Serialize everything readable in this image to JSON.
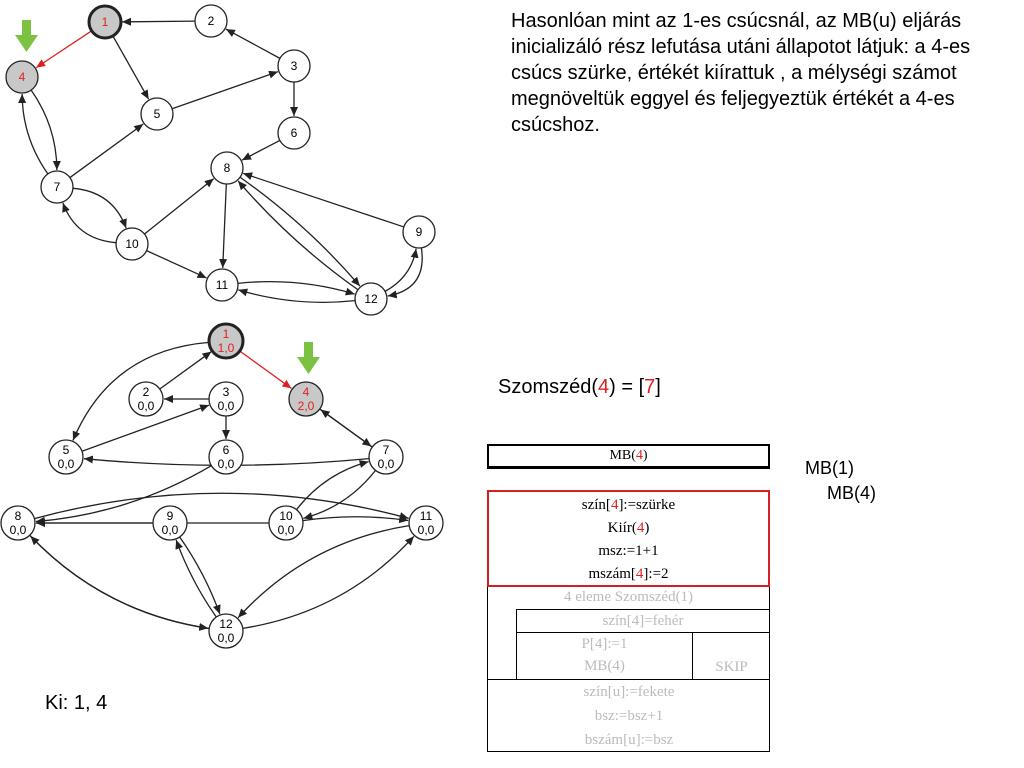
{
  "description": "Hasonlóan mint az 1-es csúcsnál, az MB(u) eljárás inicializáló rész lefutása utáni állapotot látjuk:  a 4-es csúcs szürke, értékét kiírattuk , a mélységi számot megnöveltük eggyel és feljegyeztük értékét a 4-es csúcshoz.",
  "neighbors": {
    "prefix": "Szomszéd(",
    "node": "4",
    "middle": ") = [",
    "list": "7",
    "suffix": "]"
  },
  "top_graph": {
    "nodes": [
      {
        "id": "1",
        "label": "1",
        "fill": "#c8c8c8",
        "label_color": "#e02020",
        "bold": true
      },
      {
        "id": "2",
        "label": "2",
        "fill": "#ffffff"
      },
      {
        "id": "3",
        "label": "3",
        "fill": "#ffffff"
      },
      {
        "id": "4",
        "label": "4",
        "fill": "#c8c8c8",
        "label_color": "#e02020"
      },
      {
        "id": "5",
        "label": "5",
        "fill": "#ffffff"
      },
      {
        "id": "6",
        "label": "6",
        "fill": "#ffffff"
      },
      {
        "id": "7",
        "label": "7",
        "fill": "#ffffff"
      },
      {
        "id": "8",
        "label": "8",
        "fill": "#ffffff"
      },
      {
        "id": "9",
        "label": "9",
        "fill": "#ffffff"
      },
      {
        "id": "10",
        "label": "10",
        "fill": "#ffffff"
      },
      {
        "id": "11",
        "label": "11",
        "fill": "#ffffff"
      },
      {
        "id": "12",
        "label": "12",
        "fill": "#ffffff"
      }
    ]
  },
  "bottom_graph": {
    "nodes": [
      {
        "id": "1",
        "label": "1",
        "sub": "1,0",
        "fill": "#c8c8c8",
        "label_color": "#e02020",
        "bold": true
      },
      {
        "id": "2",
        "label": "2",
        "sub": "0,0",
        "fill": "#ffffff"
      },
      {
        "id": "3",
        "label": "3",
        "sub": "0,0",
        "fill": "#ffffff"
      },
      {
        "id": "4",
        "label": "4",
        "sub": "2,0",
        "fill": "#c8c8c8",
        "label_color": "#e02020"
      },
      {
        "id": "5",
        "label": "5",
        "sub": "0,0",
        "fill": "#ffffff"
      },
      {
        "id": "6",
        "label": "6",
        "sub": "0,0",
        "fill": "#ffffff"
      },
      {
        "id": "7",
        "label": "7",
        "sub": "0,0",
        "fill": "#ffffff"
      },
      {
        "id": "8",
        "label": "8",
        "sub": "0,0",
        "fill": "#ffffff"
      },
      {
        "id": "9",
        "label": "9",
        "sub": "0,0",
        "fill": "#ffffff"
      },
      {
        "id": "10",
        "label": "10",
        "sub": "0,0",
        "fill": "#ffffff"
      },
      {
        "id": "11",
        "label": "11",
        "sub": "0,0",
        "fill": "#ffffff"
      },
      {
        "id": "12",
        "label": "12",
        "sub": "0,0",
        "fill": "#ffffff"
      }
    ]
  },
  "edges": [
    {
      "from": "2",
      "to": "1"
    },
    {
      "from": "1",
      "to": "4",
      "color": "#e02020"
    },
    {
      "from": "1",
      "to": "5"
    },
    {
      "from": "3",
      "to": "2"
    },
    {
      "from": "5",
      "to": "3"
    },
    {
      "from": "3",
      "to": "6"
    },
    {
      "from": "4",
      "to": "7"
    },
    {
      "from": "7",
      "to": "4"
    },
    {
      "from": "7",
      "to": "5"
    },
    {
      "from": "6",
      "to": "8"
    },
    {
      "from": "7",
      "to": "10"
    },
    {
      "from": "10",
      "to": "7"
    },
    {
      "from": "10",
      "to": "8"
    },
    {
      "from": "10",
      "to": "11"
    },
    {
      "from": "8",
      "to": "11"
    },
    {
      "from": "8",
      "to": "12"
    },
    {
      "from": "12",
      "to": "8"
    },
    {
      "from": "9",
      "to": "8"
    },
    {
      "from": "12",
      "to": "9"
    },
    {
      "from": "9",
      "to": "12"
    },
    {
      "from": "12",
      "to": "11"
    },
    {
      "from": "11",
      "to": "12"
    }
  ],
  "nsd": {
    "header": {
      "pre": "MB(",
      "node": "4",
      "post": ")"
    },
    "init": [
      {
        "pre": "szín[",
        "node": "4",
        "post": "]:=szürke"
      },
      {
        "pre": "Kiír(",
        "node": "4",
        "post": ")"
      },
      {
        "pre": "msz:=1+1",
        "node": "",
        "post": ""
      },
      {
        "pre": "mszám[",
        "node": "4",
        "post": "]:=2"
      }
    ],
    "loop": "4 eleme Szomszéd(1)",
    "cond": "szín[4]=fehér",
    "then1": "P[4]:=1",
    "then2": "MB(4)",
    "else": "SKIP",
    "end": [
      "szín[u]:=fekete",
      "bsz:=bsz+1",
      "bszám[u]:=bsz"
    ]
  },
  "call_stack": [
    "MB(1)",
    "MB(4)"
  ],
  "output": "Ki: 1, 4",
  "colors": {
    "visited_fill": "#c8c8c8",
    "highlight": "#e02020",
    "marker": "#7cc242",
    "nsd_border": "#d42020"
  }
}
